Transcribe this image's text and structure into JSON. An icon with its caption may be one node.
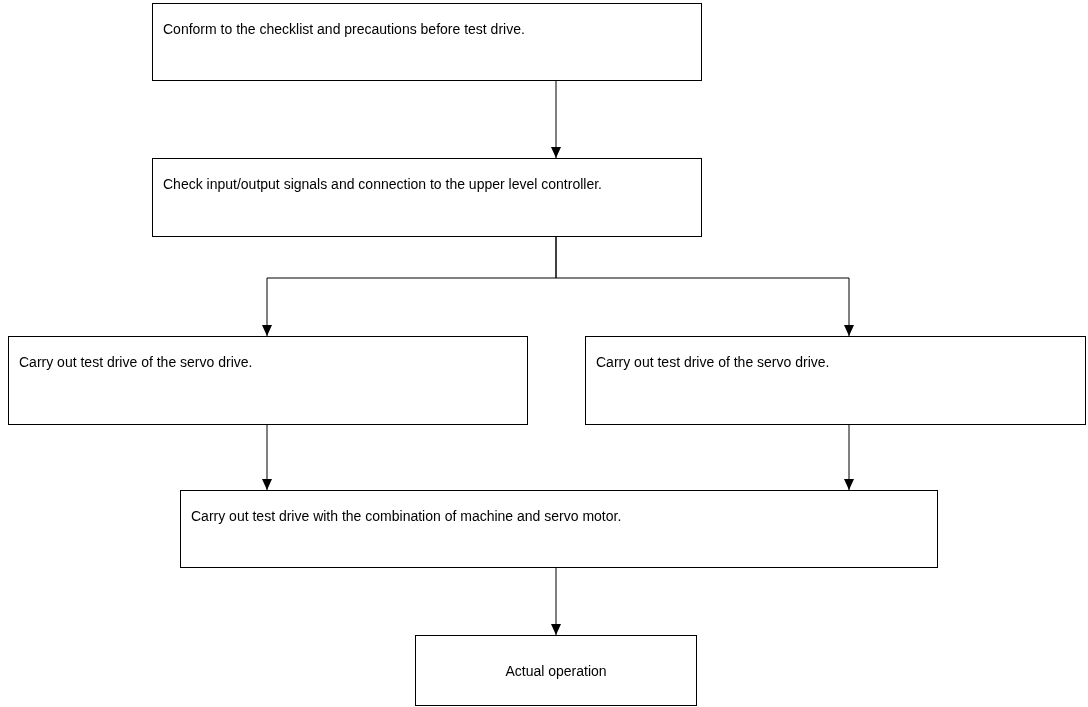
{
  "diagram": {
    "nodes": [
      {
        "text": [
          "Conform to the checklist and precautions before test drive."
        ]
      },
      {
        "text": [
          "Check input/output signals and connection to the upper level controller."
        ]
      },
      {
        "text": [
          "Carry out test drive of the servo drive."
        ]
      },
      {
        "text": [
          "Carry out test drive of the servo drive."
        ]
      },
      {
        "text": [
          "Carry out test drive with the combination of machine and servo motor."
        ]
      },
      {
        "text": [
          "Actual operation"
        ]
      }
    ],
    "edges": [
      {
        "from": 0,
        "to": 1,
        "arrow": "to"
      },
      {
        "from": 1,
        "to": 2,
        "arrow": "to"
      },
      {
        "from": 1,
        "to": 3,
        "arrow": "to"
      },
      {
        "from": 2,
        "to": 4,
        "arrow": "to"
      },
      {
        "from": 3,
        "to": 4,
        "arrow": "to"
      },
      {
        "from": 4,
        "to": 5,
        "arrow": "to"
      }
    ]
  }
}
